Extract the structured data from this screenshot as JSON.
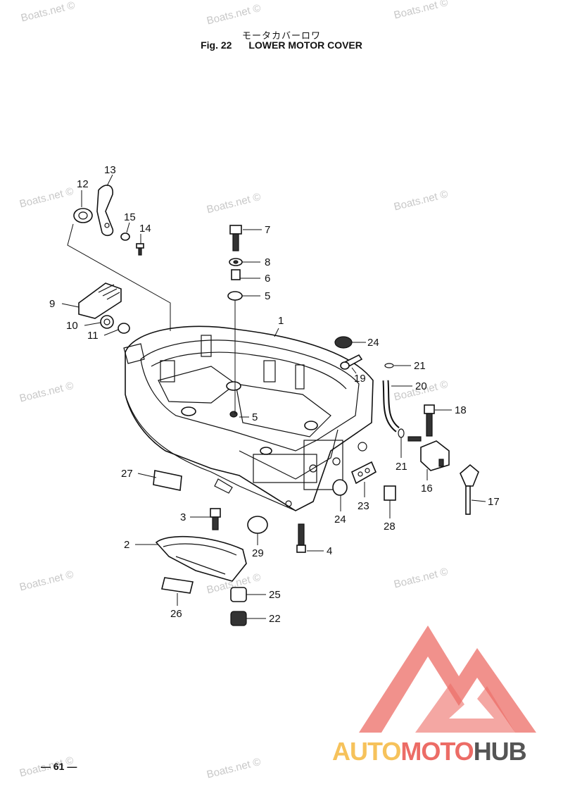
{
  "header": {
    "title_jp": "モータカバーロワ",
    "fig_label": "Fig. 22",
    "fig_title": "LOWER MOTOR COVER"
  },
  "watermark": "Boats.net ©",
  "footer": {
    "page_number": "— 61 —"
  },
  "logo": {
    "part1": "AUTO",
    "part2": "MOTO",
    "part3": "HUB"
  },
  "colors": {
    "logo_red": "#ec6c66",
    "logo_yellow": "#f6c25b",
    "logo_gray": "#555555",
    "watermark": "#c8c8c8"
  },
  "callouts": {
    "c1": "1",
    "c2": "2",
    "c3": "3",
    "c4": "4",
    "c5a": "5",
    "c5b": "5",
    "c6": "6",
    "c7": "7",
    "c8": "8",
    "c9": "9",
    "c10": "10",
    "c11": "11",
    "c12": "12",
    "c13": "13",
    "c14": "14",
    "c15": "15",
    "c16": "16",
    "c17": "17",
    "c18": "18",
    "c19": "19",
    "c20": "20",
    "c21a": "21",
    "c21b": "21",
    "c22": "22",
    "c23": "23",
    "c24a": "24",
    "c24b": "24",
    "c25": "25",
    "c26": "26",
    "c27": "27",
    "c28": "28",
    "c29": "29"
  }
}
